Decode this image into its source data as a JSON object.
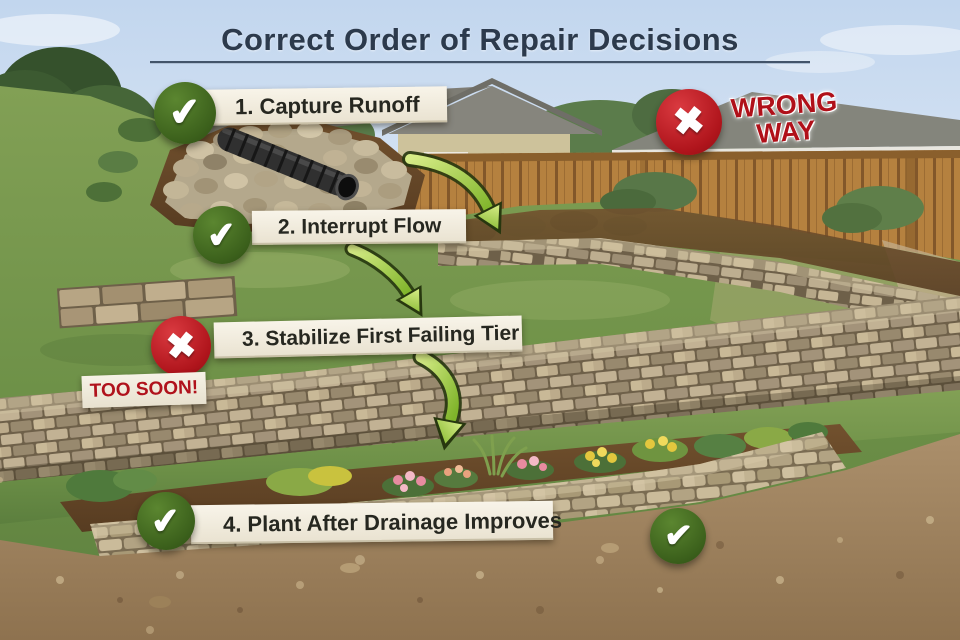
{
  "title": "Correct Order of Repair Decisions",
  "steps": [
    {
      "label": "1. Capture Runoff",
      "verdict": "correct"
    },
    {
      "label": "2. Interrupt Flow",
      "verdict": "correct"
    },
    {
      "label": "3. Stabilize First Failing Tier",
      "verdict": "wrong"
    },
    {
      "label": "4. Plant After Drainage Improves",
      "verdict": "correct"
    }
  ],
  "callouts": {
    "wrong_way": {
      "line1": "WRONG",
      "line2": "WAY"
    },
    "too_soon": "TOO SOON!"
  },
  "icons": {
    "check": "✔",
    "cross": "✖"
  },
  "extra_marks": [
    {
      "type": "check",
      "position": "bottom-right-of-step-4"
    }
  ],
  "colors": {
    "check_green": "#3c611c",
    "cross_red": "#b0151c",
    "banner_cream": "#f1ecdf",
    "arrow_green": "#8fbf2e",
    "title_ink": "#2c3a4c",
    "sky_blue": "#c7daef"
  }
}
